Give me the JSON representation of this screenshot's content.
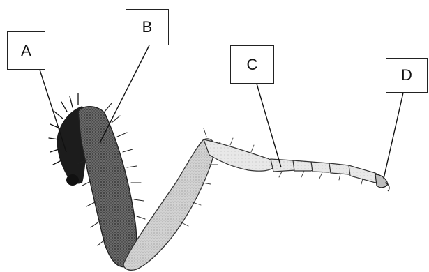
{
  "labels": {
    "a": "A",
    "b": "B",
    "c": "C",
    "d": "D"
  },
  "colors": {
    "ink": "#111111",
    "coxa_dark": "#1a1a1a",
    "femur_fill": "#5a5a5a",
    "tibia_fill": "#c8c8c8",
    "tarsus_fill": "#e4e4e4"
  }
}
